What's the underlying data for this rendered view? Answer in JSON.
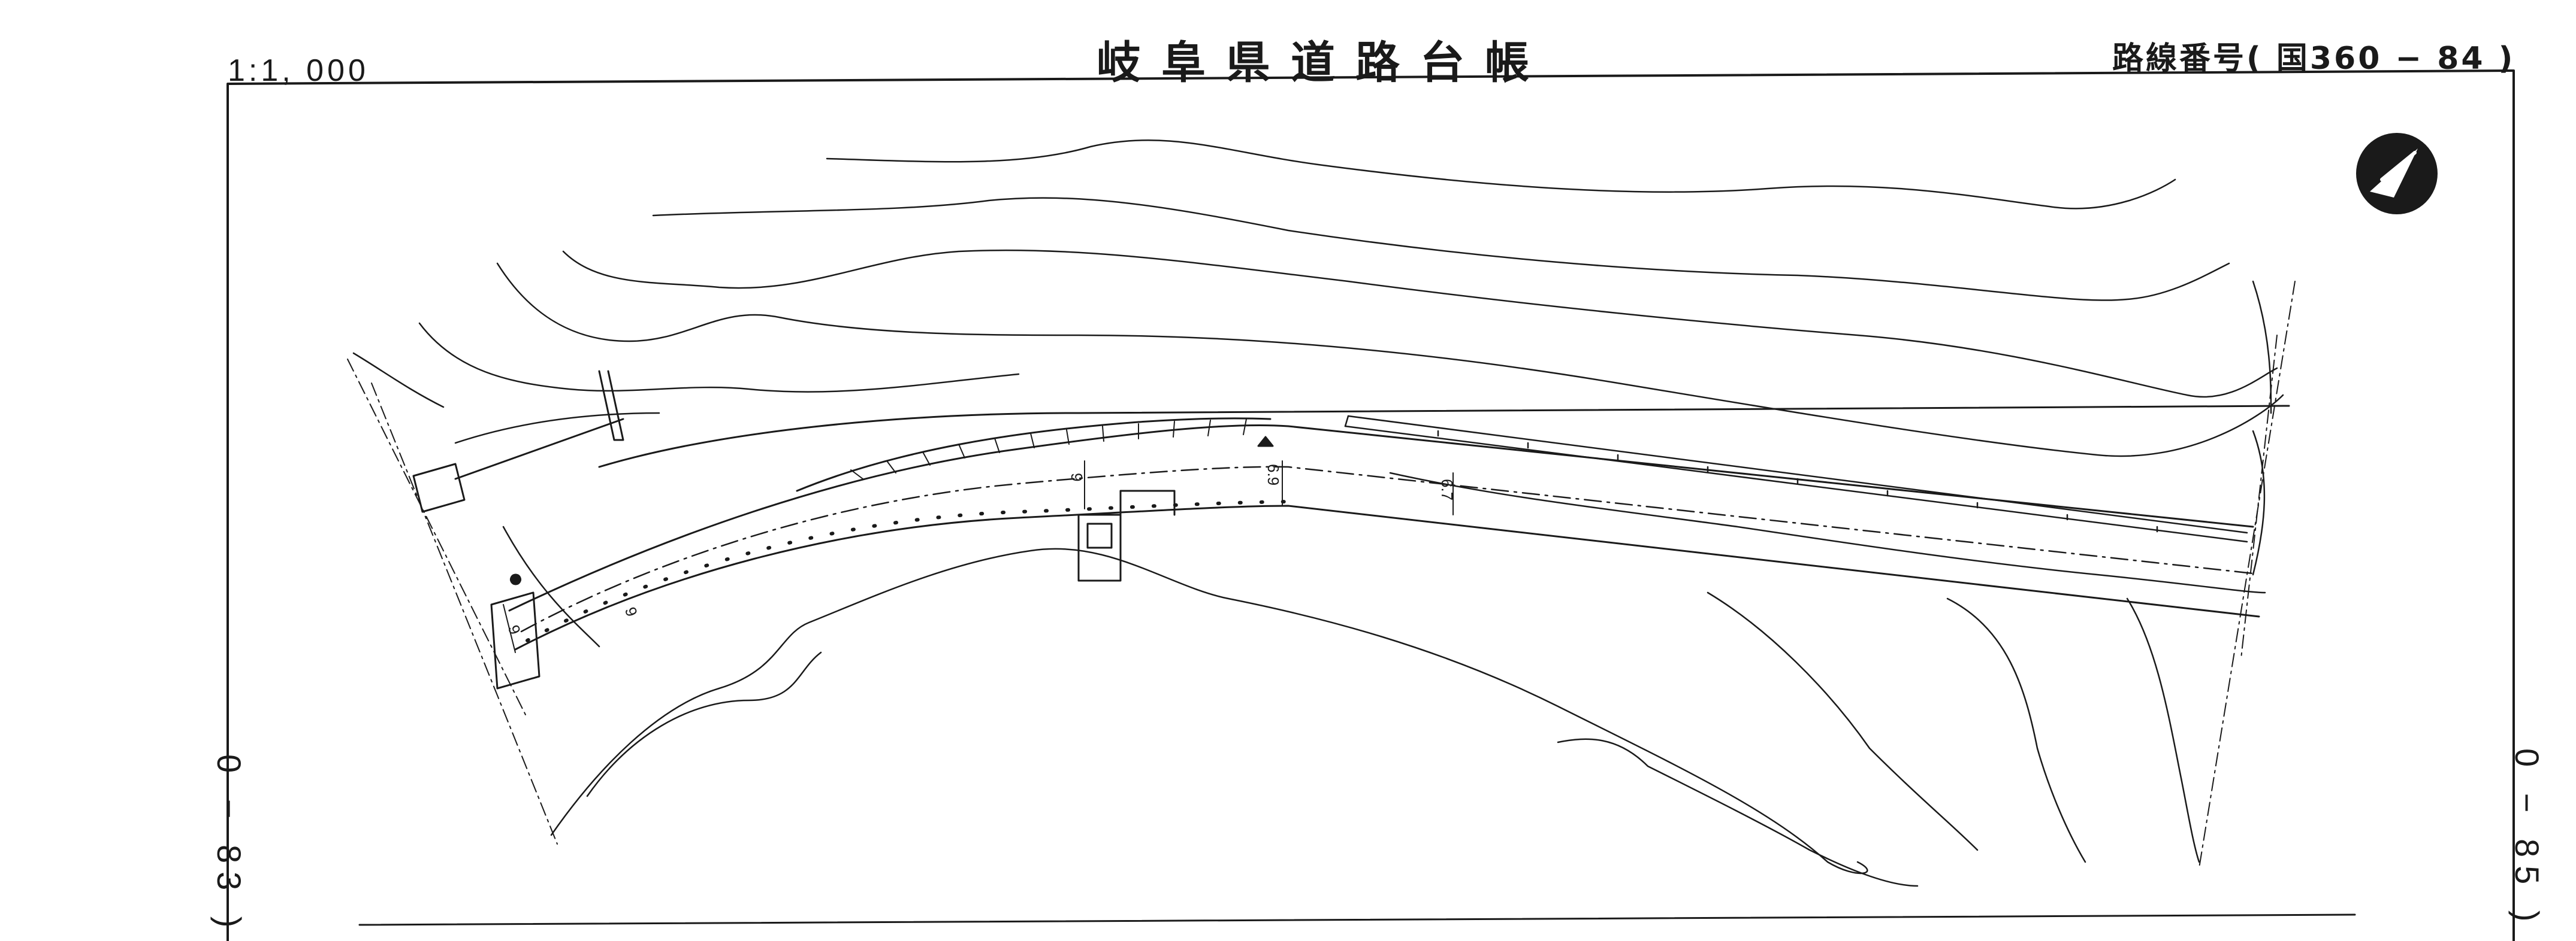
{
  "header": {
    "title": "岐阜県道路台帳",
    "scale": "1:1, 000",
    "route_number": "路線番号( 国360 − 84 )"
  },
  "adjacent_sheets": {
    "left": "0 − 83 )",
    "right": "0 − 85 )"
  },
  "map": {
    "north_arrow": "north-arrow-icon",
    "width_labels": [
      "9",
      "9",
      "6.9",
      "6.7",
      "9"
    ]
  }
}
